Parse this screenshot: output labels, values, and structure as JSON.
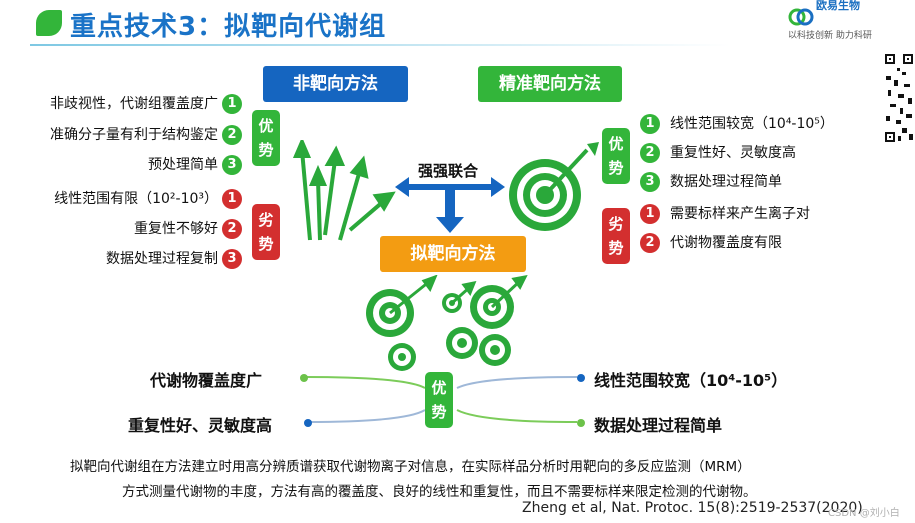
{
  "header": {
    "title": "重点技术3：拟靶向代谢组",
    "brand_name_line1": "欧易生物",
    "brand_tagline": "以科技创新  助力科研"
  },
  "methods": {
    "nontargeted": "非靶向方法",
    "precise_targeted": "精准靶向方法",
    "pseudo_targeted": "拟靶向方法",
    "combine_label": "强强联合"
  },
  "left": {
    "advantage_tag": "优\n势",
    "disadvantage_tag": "劣\n势",
    "advantages": [
      {
        "text": "非歧视性，代谢组覆盖度广",
        "num": "1"
      },
      {
        "text": "准确分子量有利于结构鉴定",
        "num": "2"
      },
      {
        "text": "预处理简单",
        "num": "3"
      }
    ],
    "disadvantages": [
      {
        "text": "线性范围有限（10²-10³）",
        "num": "1"
      },
      {
        "text": "重复性不够好",
        "num": "2"
      },
      {
        "text": "数据处理过程复制",
        "num": "3"
      }
    ]
  },
  "right": {
    "advantage_tag": "优\n势",
    "disadvantage_tag": "劣\n势",
    "advantages": [
      {
        "text": "线性范围较宽（10⁴-10⁵）",
        "num": "1"
      },
      {
        "text": "重复性好、灵敏度高",
        "num": "2"
      },
      {
        "text": "数据处理过程简单",
        "num": "3"
      }
    ],
    "disadvantages": [
      {
        "text": "需要标样来产生离子对",
        "num": "1"
      },
      {
        "text": "代谢物覆盖度有限",
        "num": "2"
      }
    ]
  },
  "bottom": {
    "tag": "优\n势",
    "left_top": "代谢物覆盖度广",
    "left_bottom": "重复性好、灵敏度高",
    "right_top": "线性范围较宽（10⁴-10⁵）",
    "right_bottom": "数据处理过程简单"
  },
  "description": [
    "拟靶向代谢组在方法建立时用高分辨质谱获取代谢物离子对信息，在实际样品分析时用靶向的多反应监测（MRM）",
    "方式测量代谢物的丰度，方法有高的覆盖度、良好的线性和重复性，而且不需要标样来限定检测的代谢物。"
  ],
  "reference": "Zheng et al, Nat. Protoc. 15(8):2519-2537(2020)",
  "watermark": "CSDN @刘小白",
  "colors": {
    "blue": "#1565c0",
    "green": "#33b53a",
    "orange": "#f39c12",
    "red": "#d32f2f",
    "title_blue": "#1a73c7"
  }
}
